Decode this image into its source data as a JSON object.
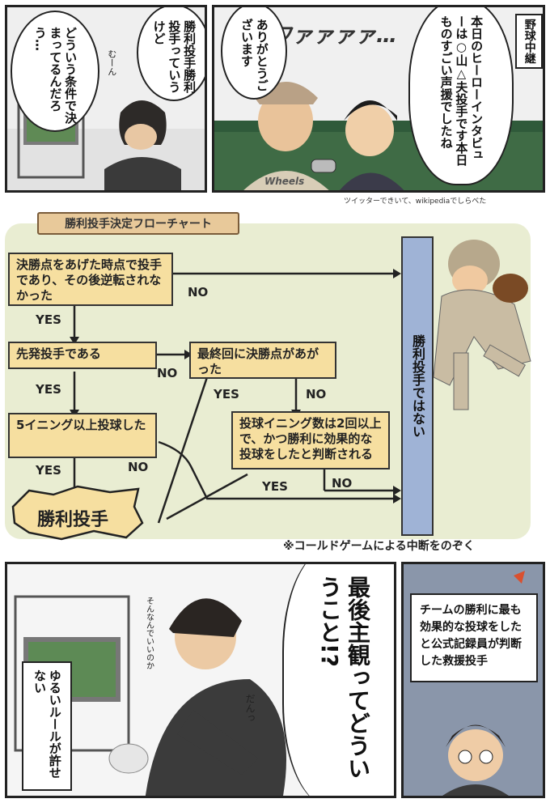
{
  "panel1": {
    "bubble_text": "どういう条件で決まってるんだろう…",
    "bubble2_text": "勝利投手勝利投手っていうけど",
    "sfx": "むーん"
  },
  "panel2": {
    "caption": "野球中継",
    "announcer_text": "本日のヒーローインタビューは○山△夫投手です本日ものすごい声援でしたね",
    "player_text": "ありがとうございます",
    "crowd_sfx": "ワァァァァ…",
    "uniform_text": "Wheels"
  },
  "note": "ツイッターできいて、wikipediaでしらべた",
  "flowchart": {
    "title": "勝利投手決定フローチャート",
    "q1": "決勝点をあげた時点で投手であり、その後逆転されなかった",
    "q2": "先発投手である",
    "q3": "最終回に決勝点があがった",
    "q4": "5イニング以上投球した",
    "q5": "投球イニング数は2回以上で、かつ勝利に効果的な投球をしたと判断される",
    "result_yes": "勝利投手",
    "result_no": "勝利投手ではない",
    "yes": "YES",
    "no": "NO",
    "footnote": "※コールドゲームによる中断をのぞく"
  },
  "panel3": {
    "shout": "最後主観ってどういうこと!?",
    "side_text": "ゆるいルールが許せない",
    "mutter": "そんなんでいいのか",
    "sfx": "だんっ"
  },
  "panel4": {
    "definition": "チームの勝利に最も効果的な投球をしたと公式記録員が判断した救援投手"
  },
  "colors": {
    "box_fill": "#f6dfa0",
    "result_bar": "#9fb3d6",
    "banner": "#e8c99a",
    "flow_bg": "#e9edd2"
  }
}
